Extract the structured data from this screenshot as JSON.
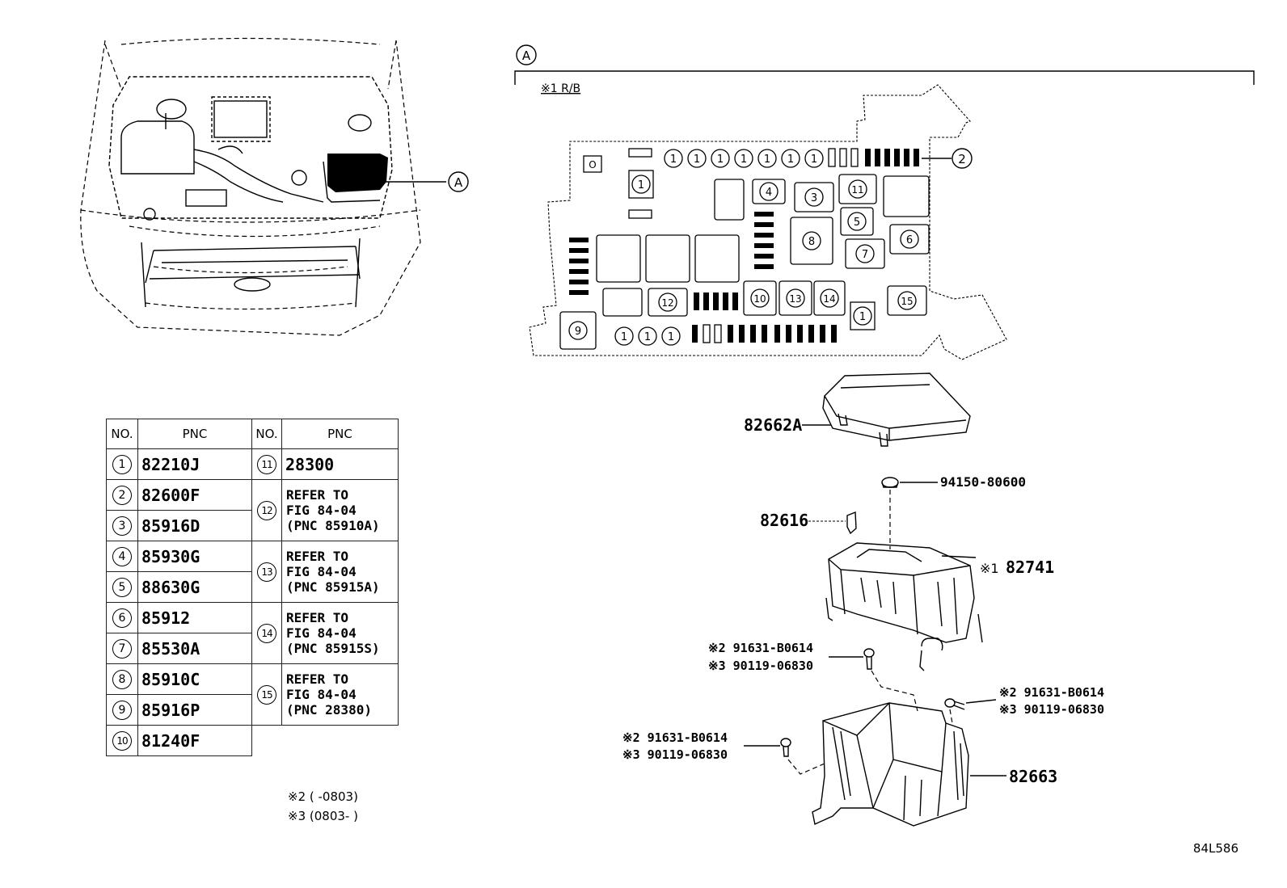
{
  "callout": {
    "a": "A"
  },
  "view_a": {
    "rb_note": "※1 R/B"
  },
  "fuse_box_labels": {
    "n1": "1",
    "n2": "2",
    "n3": "3",
    "n4": "4",
    "n5": "5",
    "n6": "6",
    "n7": "7",
    "n8": "8",
    "n9": "9",
    "n10": "10",
    "n11": "11",
    "n12": "12",
    "n13": "13",
    "n14": "14",
    "n15": "15"
  },
  "parts": {
    "cover": "82662A",
    "nut": "94150-80600",
    "clip": "82616",
    "block": "82741",
    "block_prefix": "※1",
    "bracket": "82663",
    "bolt_a2": "※2 91631-B0614",
    "bolt_a3": "※3 90119-06830",
    "bolt_b2": "※2 91631-B0614",
    "bolt_b3": "※3 90119-06830",
    "bolt_c2": "※2 91631-B0614",
    "bolt_c3": "※3 90119-06830"
  },
  "table": {
    "header_no": "NO.",
    "header_pnc": "PNC",
    "left": [
      {
        "no": "1",
        "pnc": "82210J"
      },
      {
        "no": "2",
        "pnc": "82600F"
      },
      {
        "no": "3",
        "pnc": "85916D"
      },
      {
        "no": "4",
        "pnc": "85930G"
      },
      {
        "no": "5",
        "pnc": "88630G"
      },
      {
        "no": "6",
        "pnc": "85912"
      },
      {
        "no": "7",
        "pnc": "85530A"
      },
      {
        "no": "8",
        "pnc": "85910C"
      },
      {
        "no": "9",
        "pnc": "85916P"
      },
      {
        "no": "10",
        "pnc": "81240F"
      }
    ],
    "right": [
      {
        "no": "11",
        "pnc": "28300"
      },
      {
        "no": "12",
        "l1": "REFER TO",
        "l2": "FIG 84-04",
        "l3": "(PNC 85910A)"
      },
      {
        "no": "13",
        "l1": "REFER TO",
        "l2": "FIG 84-04",
        "l3": "(PNC 85915A)"
      },
      {
        "no": "14",
        "l1": "REFER TO",
        "l2": "FIG 84-04",
        "l3": "(PNC 85915S)"
      },
      {
        "no": "15",
        "l1": "REFER TO",
        "l2": "FIG 84-04",
        "l3": "(PNC 28380)"
      }
    ]
  },
  "notes": {
    "n2": "※2 (      -0803)",
    "n3": "※3 (0803-      )"
  },
  "figure_code": "84L586"
}
